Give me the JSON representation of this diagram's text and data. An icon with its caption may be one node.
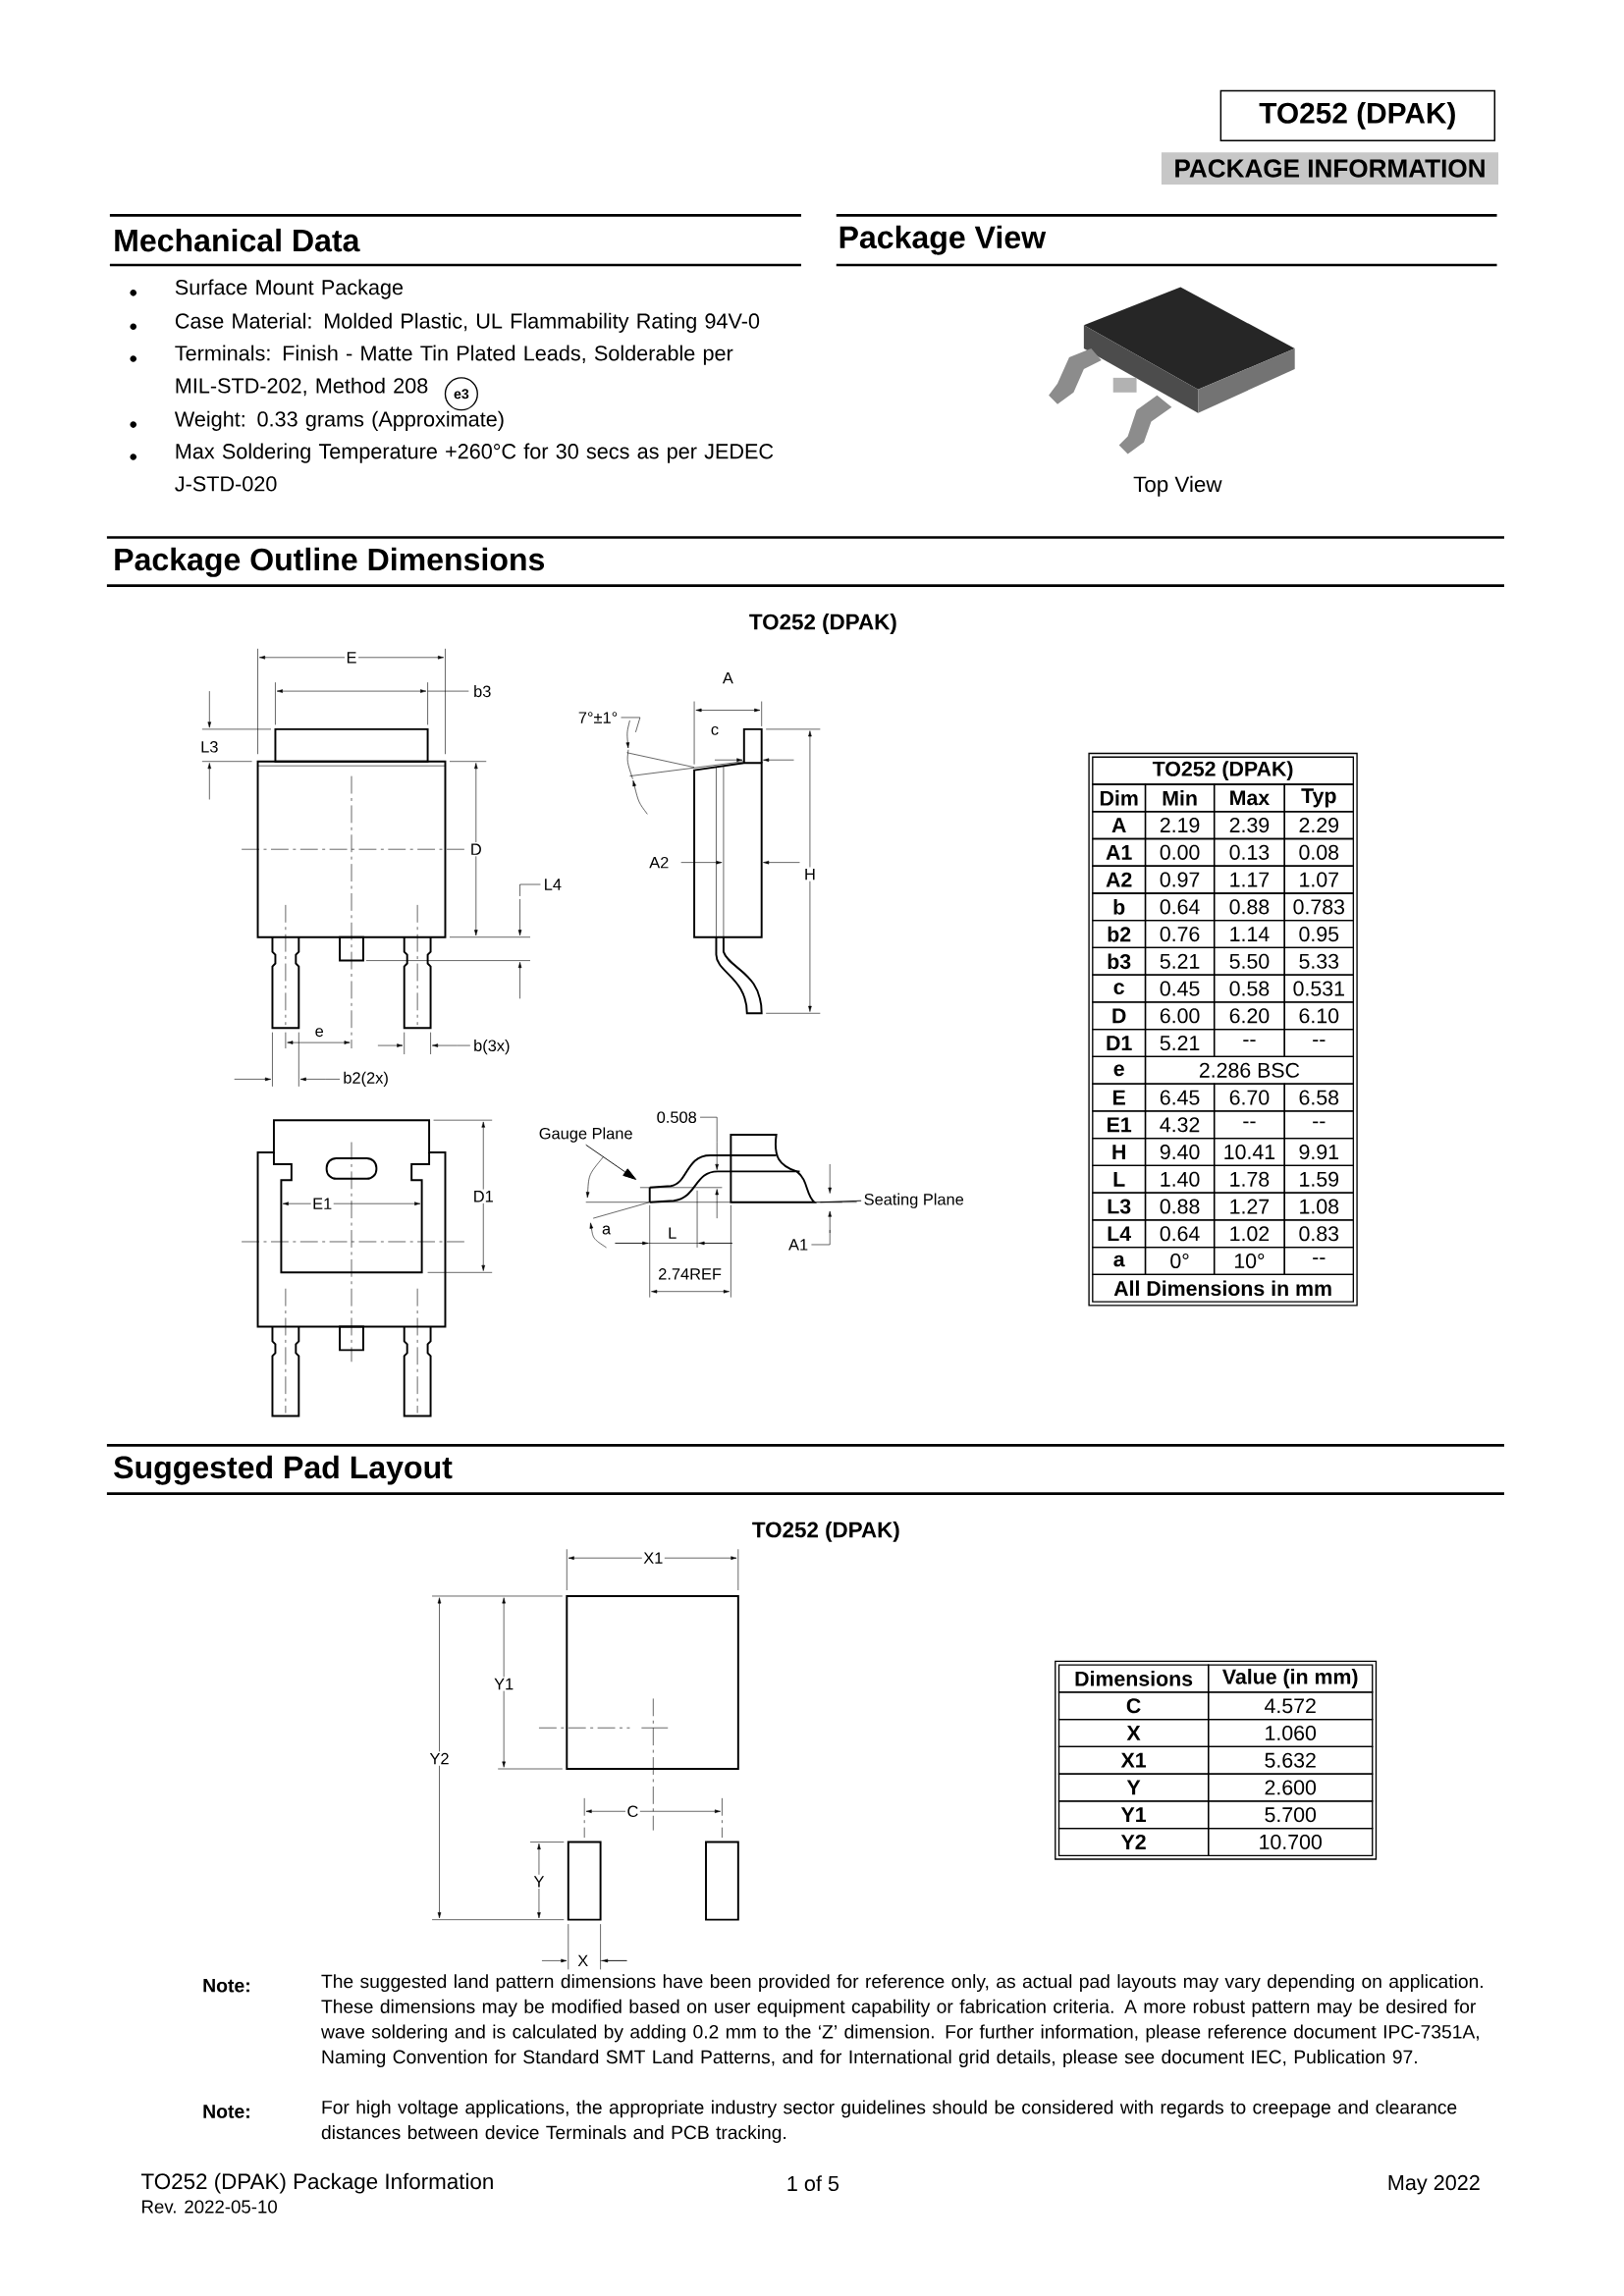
{
  "diagram": {
    "title": "TO252 (DPAK)",
    "nodes": [
      {
        "text": [
          "Gauge Plane"
        ]
      },
      {
        "text": [
          "Seating Plane"
        ]
      }
    ],
    "edges": [
      {
        "from": 0,
        "to": null,
        "arrow": "to"
      },
      {
        "from": 1,
        "to": null,
        "arrow": "none"
      }
    ],
    "labels": [
      "PACKAGE INFORMATION",
      "Mechanical Data",
      "Package View",
      "Surface Mount Package",
      "Case Material: Molded Plastic, UL Flammability Rating 94V-0",
      "Terminals: Finish - Matte Tin Plated Leads, Solderable per MIL-STD-202, Method 208",
      "e3",
      "Weight: 0.33 grams (Approximate)",
      "Max Soldering Temperature +260°C for 30 secs as per JEDEC J-STD-020",
      "Top View",
      "Package Outline Dimensions",
      "TO252 (DPAK)",
      "E",
      "b3",
      "L3",
      "D",
      "L4",
      "e",
      "b(3x)",
      "b2(2x)",
      "A",
      "7°±1°",
      "c",
      "A2",
      "H",
      "D1",
      "E1",
      "0.508",
      "L",
      "2.74REF",
      "A1",
      "a",
      "TO252 (DPAK)",
      "Dim",
      "Min",
      "Max",
      "Typ",
      "A",
      "2.19",
      "2.39",
      "2.29",
      "A1",
      "0.00",
      "0.13",
      "0.08",
      "A2",
      "0.97",
      "1.17",
      "1.07",
      "b",
      "0.64",
      "0.88",
      "0.783",
      "b2",
      "0.76",
      "1.14",
      "0.95",
      "b3",
      "5.21",
      "5.50",
      "5.33",
      "c",
      "0.45",
      "0.58",
      "0.531",
      "D",
      "6.00",
      "6.20",
      "6.10",
      "D1",
      "5.21",
      "--",
      "--",
      "e",
      "2.286 BSC",
      "E",
      "6.45",
      "6.70",
      "6.58",
      "E1",
      "4.32",
      "--",
      "--",
      "H",
      "9.40",
      "10.41",
      "9.91",
      "L",
      "1.40",
      "1.78",
      "1.59",
      "L3",
      "0.88",
      "1.27",
      "1.08",
      "L4",
      "0.64",
      "1.02",
      "0.83",
      "a",
      "0°",
      "10°",
      "--",
      "All Dimensions in mm",
      "Suggested Pad Layout",
      "TO252 (DPAK)",
      "X1",
      "Y1",
      "Y2",
      "C",
      "Y",
      "X",
      "Dimensions",
      "Value (in mm)",
      "C",
      "4.572",
      "X",
      "1.060",
      "X1",
      "5.632",
      "Y",
      "2.600",
      "Y1",
      "5.700",
      "Y2",
      "10.700",
      "Note:",
      "The suggested land pattern dimensions have been provided for reference only, as actual pad layouts may vary depending on application. These dimensions may be modified based on user equipment capability or fabrication criteria. A more robust pattern may be desired for wave soldering and is calculated by adding 0.2 mm to the ‘Z’ dimension. For further information, please reference document IPC-7351A, Naming Convention for Standard SMT Land Patterns, and for International grid details, please see document IEC, Publication 97.",
      "Note:",
      "For high voltage applications, the appropriate industry sector guidelines should be considered with regards to creepage and clearance distances between device Terminals and PCB tracking.",
      "TO252 (DPAK) Package Information",
      "Rev. 2022-05-10",
      "1 of 5",
      "May 2022"
    ]
  }
}
